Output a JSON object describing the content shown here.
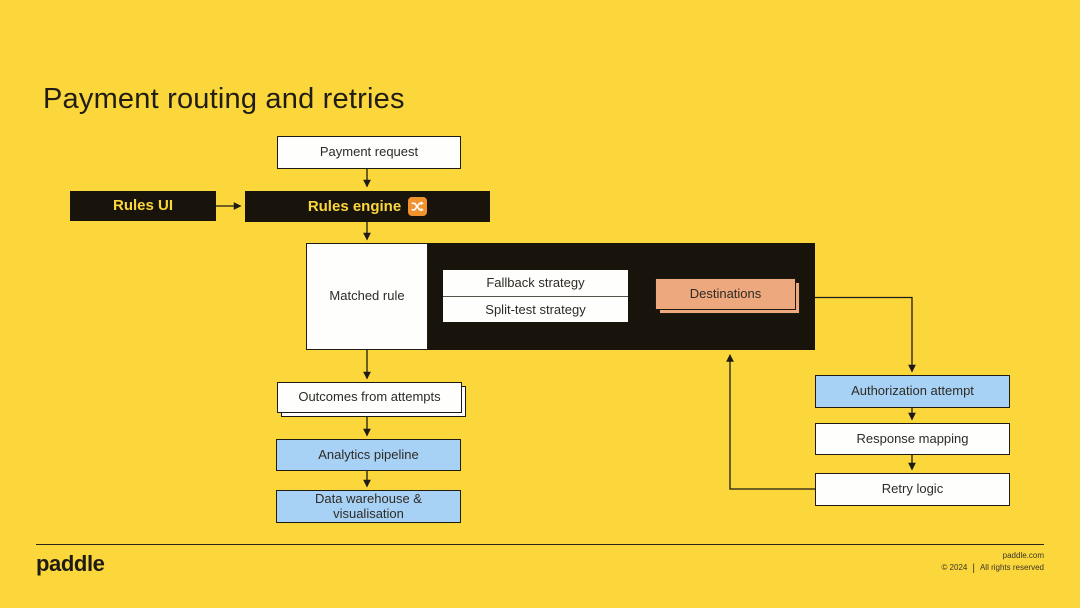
{
  "slide": {
    "title": "Payment routing and retries"
  },
  "diagram": {
    "payment_request": "Payment request",
    "rules_ui": "Rules UI",
    "rules_engine": "Rules engine",
    "matched_rule": "Matched rule",
    "fallback_strategy": "Fallback strategy",
    "split_test_strategy": "Split-test strategy",
    "destinations": "Destinations",
    "outcomes_from_attempts": "Outcomes from attempts",
    "analytics_pipeline": "Analytics pipeline",
    "data_warehouse": "Data warehouse &\nvisualisation",
    "authorization_attempt": "Authorization attempt",
    "response_mapping": "Response mapping",
    "retry_logic": "Retry logic"
  },
  "icons": {
    "rules_engine_icon": "shuffle-icon"
  },
  "colors": {
    "background": "#FBD73C",
    "node_dark": "#18140B",
    "node_blue": "#A8D2F5",
    "node_orange": "#EDA87D",
    "icon_orange": "#F0922E",
    "connector": "#1E1B14"
  },
  "footer": {
    "logo": "paddle",
    "website": "paddle.com",
    "copyright": "© 2024",
    "separator": "|",
    "rights": "All rights reserved"
  }
}
